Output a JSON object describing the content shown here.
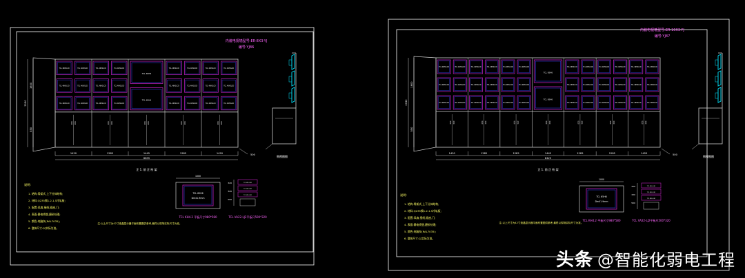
{
  "colors": {
    "background": "#000000",
    "frame": "#ffffff",
    "cabinet": "#cfcfcf",
    "monitor": "#c020c0",
    "screen": "#3a45ff",
    "dimension": "#ffffff",
    "annotation": "#ff66ff",
    "label": "#ffffff",
    "note": "#ffff66",
    "accent": "#00e5ff"
  },
  "sheets": [
    {
      "title_line1": "内装电视墙型号:ER-8X3-YJ",
      "title_line2": "编号:YJ86",
      "dim_height_total": "2150",
      "dim_height_upper": "1600",
      "dim_height_lower": "550",
      "dim_widths": [
        "1420",
        "1285",
        "1445",
        "1285",
        "1420"
      ],
      "dim_total": "6855",
      "dim_depth": "500",
      "side_view_label": "侧视图图",
      "front_view_label": "正 1. 前 正 桁 架",
      "monitor_label": "TCL 46H2LCD",
      "big_monitor_label_1": "TCL 65H6",
      "big_monitor_label_2": "Dm41.9mm",
      "small_box_label": "TCL W2-L3D",
      "detail_caption_left": "TCL  KH4.2 平板尺寸980*580",
      "detail_caption_right": "TCL  VA22-LJ2平板尺500*320",
      "detail_dim_top": "1000",
      "detail_dims_right": [
        "320",
        "320",
        "500"
      ],
      "notes_title": "说明:",
      "notes": [
        "1. 结构:骨架式,上下分体结构;",
        "2. 材料:Q235钢1.2-1.5冷轧板;",
        "3. 配置:风扇,接线,插座,门;",
        "4. 表面:静电喷塑,磨砂处理;",
        "5. 颜色:电脑灰(RAL7035);",
        "6. 整体尺寸:以实际为准。"
      ],
      "note_footer": "注:以上尺寸为42寸液晶显示器平面布置图供参考,最终以现场实际尺寸为准。"
    },
    {
      "title_line1": "内装电视墙型号:ER-10X3-YJ",
      "title_line2": "编号:YJ87",
      "dim_height_total": "2150",
      "dim_height_upper": "1600",
      "dim_height_lower": "550",
      "dim_widths": [
        "1420",
        "1285",
        "1285",
        "1445",
        "1285",
        "1285",
        "1420"
      ],
      "dim_total": "8425",
      "dim_depth": "500",
      "side_view_label": "侧视图图",
      "front_view_label": "正 1. 前 正 桁 架",
      "monitor_label": "TCL 46H2LCD",
      "big_monitor_label_1": "TCL 65H6",
      "big_monitor_label_2": "Dm41.9mm",
      "small_box_label": "TCL W2-L3D",
      "detail_caption_left": "TCL  KH4.2 平板尺寸980*580",
      "detail_caption_right": "TCL  VA22-LJ2平板尺500*320",
      "detail_dim_top": "1000",
      "detail_dims_right": [
        "320",
        "320",
        "500"
      ],
      "notes_title": "说明:",
      "notes": [
        "1. 结构:骨架式,上下分体结构;",
        "2. 材料:Q235钢1.2-1.5冷轧板;",
        "3. 配置:风扇,接线,插座,门;",
        "4. 表面:静电喷塑,磨砂处理;",
        "5. 颜色:电脑灰(RAL7035);",
        "6. 整体尺寸:以实际为准。"
      ],
      "note_footer": "注:以上尺寸为42寸液晶显示器平面布置图供参考,最终以现场实际尺寸为准。"
    }
  ],
  "watermark": {
    "brand": "头条",
    "handle": "@智能化弱电工程"
  }
}
